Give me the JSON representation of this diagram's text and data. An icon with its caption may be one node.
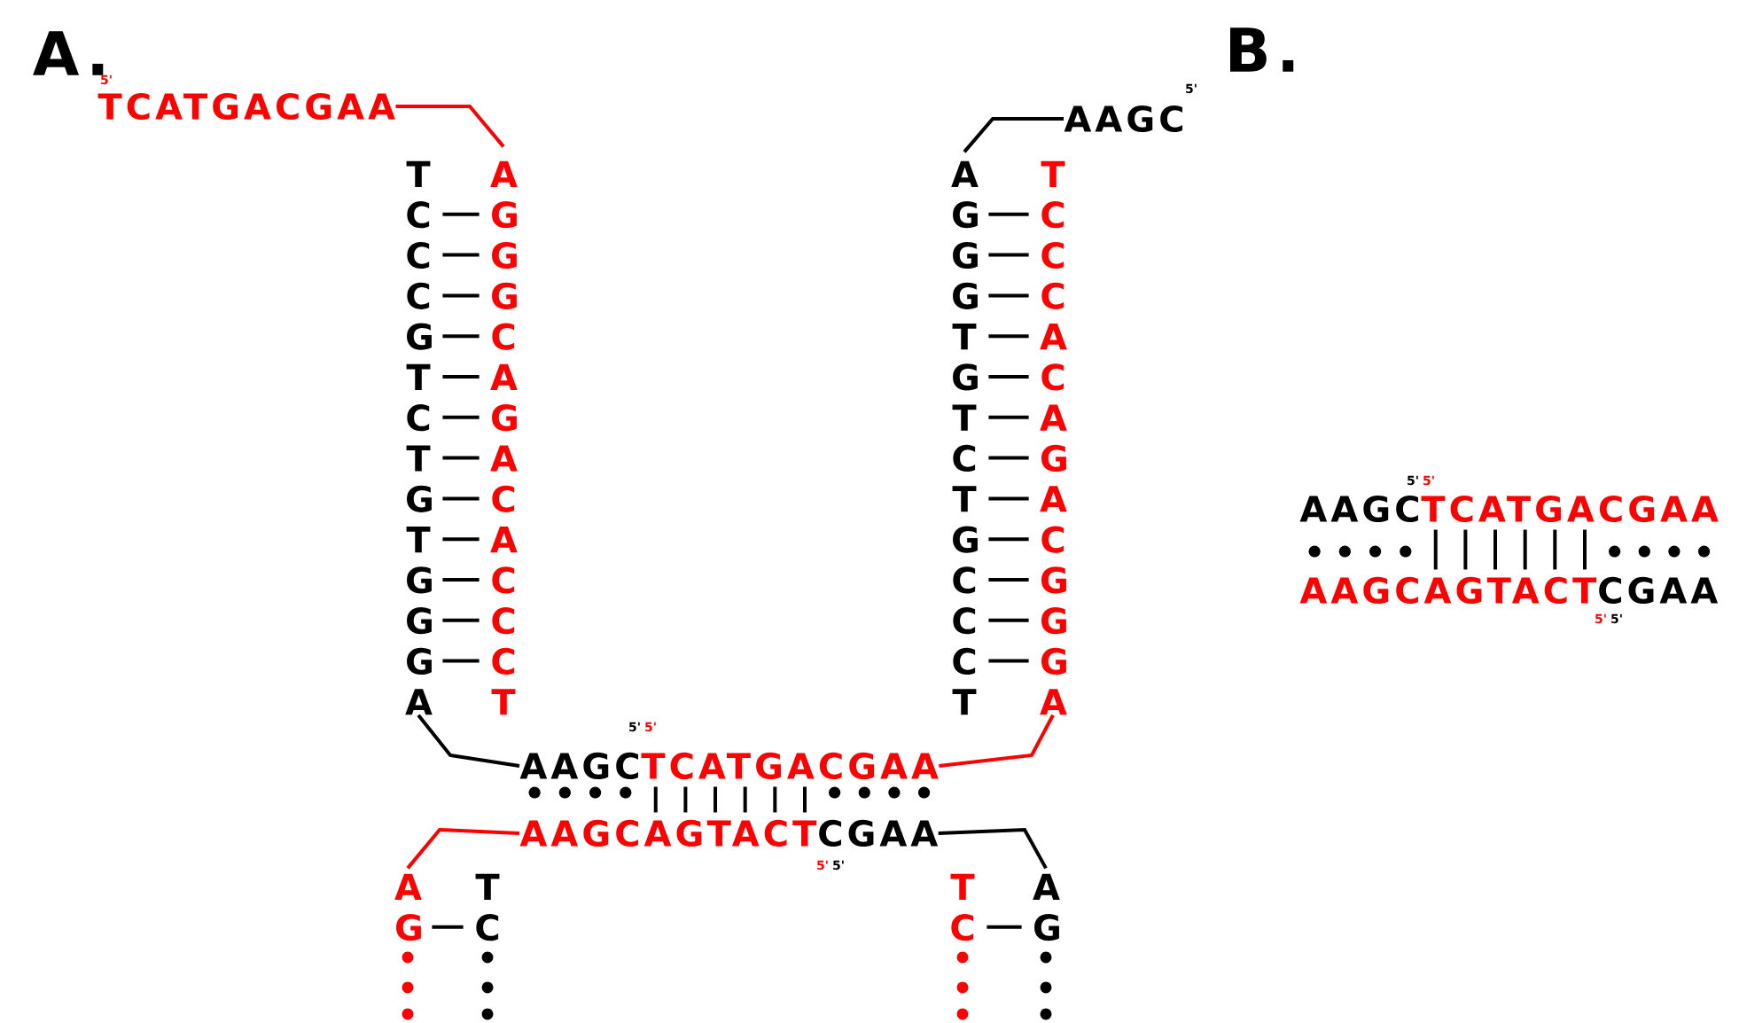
{
  "diagram": {
    "nodes": [
      {
        "text": [
          "TCATGACGAA"
        ]
      },
      {
        "text": [
          "T C C C G T C T G T G G G A"
        ]
      },
      {
        "text": [
          "A G G G C A G A C A C C C T"
        ]
      },
      {
        "text": [
          "AAGC"
        ]
      },
      {
        "text": [
          "A G G G T G T C T G C C C T"
        ]
      },
      {
        "text": [
          "T C C C A C A G A C G G G A"
        ]
      },
      {
        "text": [
          "AAGC"
        ]
      },
      {
        "text": [
          "TCATGACGAA"
        ]
      },
      {
        "text": [
          "AAGCAGTACT"
        ]
      },
      {
        "text": [
          "CGAA"
        ]
      },
      {
        "text": [
          "A G"
        ]
      },
      {
        "text": [
          "T C"
        ]
      },
      {
        "text": [
          "T C"
        ]
      },
      {
        "text": [
          "A G"
        ]
      },
      {
        "text": [
          "AAGC"
        ]
      },
      {
        "text": [
          "TCATGACGAA"
        ]
      },
      {
        "text": [
          "AAGCAGTACT"
        ]
      },
      {
        "text": [
          "CGAA"
        ]
      }
    ],
    "edges": [
      {
        "from": 0,
        "to": 2,
        "arrow": "none",
        "color": "#ff0000"
      },
      {
        "from": 3,
        "to": 4,
        "arrow": "none"
      },
      {
        "from": 1,
        "to": 6,
        "arrow": "none"
      },
      {
        "from": 7,
        "to": 5,
        "arrow": "none",
        "color": "#ff0000"
      },
      {
        "from": 8,
        "to": 10,
        "arrow": "none",
        "color": "#ff0000"
      },
      {
        "from": 9,
        "to": 13,
        "arrow": "none"
      },
      {
        "from": 1,
        "to": 2,
        "arrow": "none"
      },
      {
        "from": 1,
        "to": 2,
        "arrow": "none"
      },
      {
        "from": 1,
        "to": 2,
        "arrow": "none"
      },
      {
        "from": 1,
        "to": 2,
        "arrow": "none"
      },
      {
        "from": 1,
        "to": 2,
        "arrow": "none"
      },
      {
        "from": 1,
        "to": 2,
        "arrow": "none"
      },
      {
        "from": 1,
        "to": 2,
        "arrow": "none"
      },
      {
        "from": 1,
        "to": 2,
        "arrow": "none"
      },
      {
        "from": 1,
        "to": 2,
        "arrow": "none"
      },
      {
        "from": 1,
        "to": 2,
        "arrow": "none"
      },
      {
        "from": 1,
        "to": 2,
        "arrow": "none"
      },
      {
        "from": 1,
        "to": 2,
        "arrow": "none"
      },
      {
        "from": 4,
        "to": 5,
        "arrow": "none"
      },
      {
        "from": 4,
        "to": 5,
        "arrow": "none"
      },
      {
        "from": 4,
        "to": 5,
        "arrow": "none"
      },
      {
        "from": 4,
        "to": 5,
        "arrow": "none"
      },
      {
        "from": 4,
        "to": 5,
        "arrow": "none"
      },
      {
        "from": 4,
        "to": 5,
        "arrow": "none"
      },
      {
        "from": 4,
        "to": 5,
        "arrow": "none"
      },
      {
        "from": 4,
        "to": 5,
        "arrow": "none"
      },
      {
        "from": 4,
        "to": 5,
        "arrow": "none"
      },
      {
        "from": 4,
        "to": 5,
        "arrow": "none"
      },
      {
        "from": 4,
        "to": 5,
        "arrow": "none"
      },
      {
        "from": 4,
        "to": 5,
        "arrow": "none"
      },
      {
        "from": 10,
        "to": 11,
        "arrow": "none"
      },
      {
        "from": 12,
        "to": 13,
        "arrow": "none"
      },
      {
        "from": 7,
        "to": 8,
        "arrow": "none"
      },
      {
        "from": 7,
        "to": 8,
        "arrow": "none"
      },
      {
        "from": 7,
        "to": 8,
        "arrow": "none"
      },
      {
        "from": 7,
        "to": 8,
        "arrow": "none"
      },
      {
        "from": 7,
        "to": 8,
        "arrow": "none"
      },
      {
        "from": 7,
        "to": 8,
        "arrow": "none"
      },
      {
        "from": 15,
        "to": 16,
        "arrow": "none"
      },
      {
        "from": 15,
        "to": 16,
        "arrow": "none"
      },
      {
        "from": 15,
        "to": 16,
        "arrow": "none"
      },
      {
        "from": 15,
        "to": 16,
        "arrow": "none"
      },
      {
        "from": 15,
        "to": 16,
        "arrow": "none"
      },
      {
        "from": 15,
        "to": 16,
        "arrow": "none"
      }
    ],
    "labels": [
      "A.",
      "B.",
      "5'",
      "5'",
      "5'",
      "5'",
      "5'",
      "5'",
      "5'",
      "5'",
      "5'",
      "5'"
    ]
  }
}
